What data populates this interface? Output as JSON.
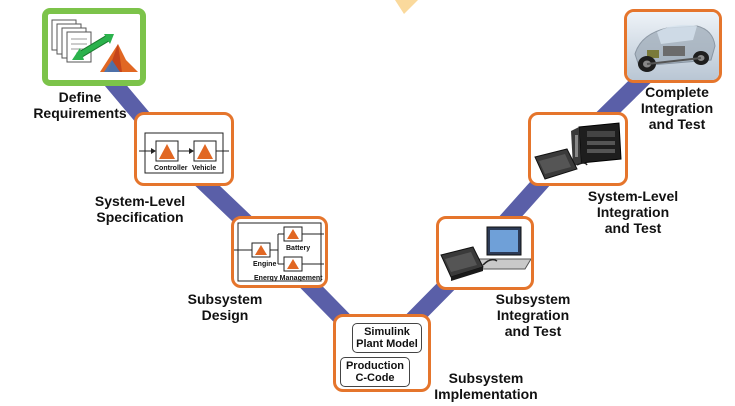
{
  "colors": {
    "path": "#5a5fa8",
    "box_border": "#e5752c",
    "highlight_border": "#7cc34a",
    "arrow": "#2bb24c",
    "matlab_logo": "#e16723"
  },
  "stages": [
    {
      "id": "define-requirements",
      "lines": [
        "Define",
        "Requirements"
      ],
      "icon": "requirements-documents-icon"
    },
    {
      "id": "system-level-specification",
      "lines": [
        "System-Level",
        "Specification"
      ],
      "icon": "controller-vehicle-block-diagram-icon"
    },
    {
      "id": "subsystem-design",
      "lines": [
        "Subsystem",
        "Design"
      ],
      "icon": "engine-battery-energy-management-diagram-icon"
    },
    {
      "id": "subsystem-implementation",
      "lines": [
        "Subsystem",
        "Implementation"
      ],
      "icon": "code-generation-icon"
    },
    {
      "id": "subsystem-integration-and-test",
      "lines": [
        "Subsystem",
        "Integration",
        "and Test"
      ],
      "icon": "hil-test-laptop-icon"
    },
    {
      "id": "system-level-integration-and-test",
      "lines": [
        "System-Level",
        "Integration",
        "and Test"
      ],
      "icon": "hil-rack-icon"
    },
    {
      "id": "complete-integration-and-test",
      "lines": [
        "Complete",
        "Integration",
        "and Test"
      ],
      "icon": "vehicle-chassis-icon"
    }
  ],
  "diagrams": {
    "system_spec": {
      "blocks": [
        "Controller",
        "Vehicle"
      ]
    },
    "subsystem_design": {
      "blocks": [
        "Battery",
        "Engine",
        "Energy Management"
      ]
    },
    "implementation": {
      "items": [
        [
          "Simulink",
          "Plant Model"
        ],
        [
          "Production",
          "C-Code"
        ]
      ]
    }
  }
}
